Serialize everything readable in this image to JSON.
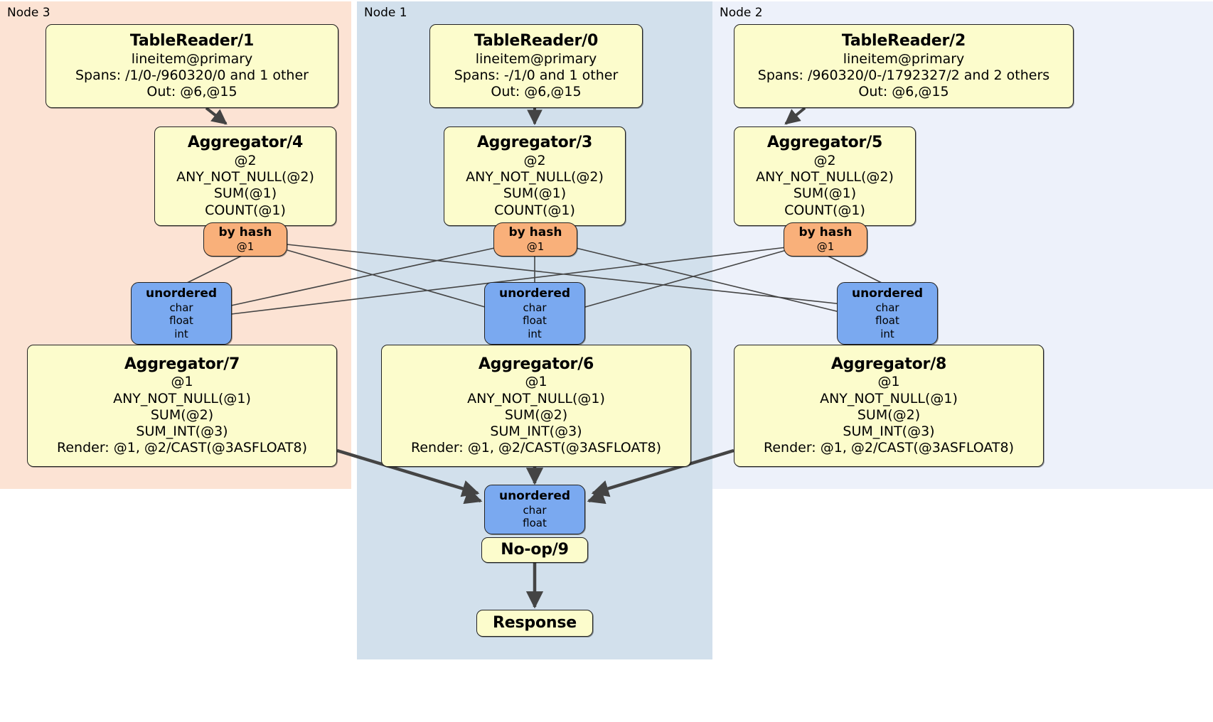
{
  "clusters": [
    {
      "id": "node3",
      "label": "Node 3"
    },
    {
      "id": "node1",
      "label": "Node 1"
    },
    {
      "id": "node2",
      "label": "Node 2"
    }
  ],
  "table_readers": [
    {
      "title": "TableReader/1",
      "table": "lineitem@primary",
      "spans": "Spans: /1/0-/960320/0 and 1 other",
      "out": "Out: @6,@15"
    },
    {
      "title": "TableReader/0",
      "table": "lineitem@primary",
      "spans": "Spans: -/1/0 and 1 other",
      "out": "Out: @6,@15"
    },
    {
      "title": "TableReader/2",
      "table": "lineitem@primary",
      "spans": "Spans: /960320/0-/1792327/2 and 2 others",
      "out": "Out: @6,@15"
    }
  ],
  "local_aggregators": [
    {
      "title": "Aggregator/4",
      "group": "@2",
      "aggs": [
        "ANY_NOT_NULL(@2)",
        "SUM(@1)",
        "COUNT(@1)"
      ]
    },
    {
      "title": "Aggregator/3",
      "group": "@2",
      "aggs": [
        "ANY_NOT_NULL(@2)",
        "SUM(@1)",
        "COUNT(@1)"
      ]
    },
    {
      "title": "Aggregator/5",
      "group": "@2",
      "aggs": [
        "ANY_NOT_NULL(@2)",
        "SUM(@1)",
        "COUNT(@1)"
      ]
    }
  ],
  "hash_routers": [
    {
      "title": "by hash",
      "column": "@1"
    },
    {
      "title": "by hash",
      "column": "@1"
    },
    {
      "title": "by hash",
      "column": "@1"
    }
  ],
  "receivers_mid": [
    {
      "title": "unordered",
      "types": [
        "char",
        "float",
        "int"
      ]
    },
    {
      "title": "unordered",
      "types": [
        "char",
        "float",
        "int"
      ]
    },
    {
      "title": "unordered",
      "types": [
        "char",
        "float",
        "int"
      ]
    }
  ],
  "final_aggregators": [
    {
      "title": "Aggregator/7",
      "group": "@1",
      "aggs": [
        "ANY_NOT_NULL(@1)",
        "SUM(@2)",
        "SUM_INT(@3)"
      ],
      "render": "Render: @1, @2/CAST(@3ASFLOAT8)"
    },
    {
      "title": "Aggregator/6",
      "group": "@1",
      "aggs": [
        "ANY_NOT_NULL(@1)",
        "SUM(@2)",
        "SUM_INT(@3)"
      ],
      "render": "Render: @1, @2/CAST(@3ASFLOAT8)"
    },
    {
      "title": "Aggregator/8",
      "group": "@1",
      "aggs": [
        "ANY_NOT_NULL(@1)",
        "SUM(@2)",
        "SUM_INT(@3)"
      ],
      "render": "Render: @1, @2/CAST(@3ASFLOAT8)"
    }
  ],
  "final_receiver": {
    "title": "unordered",
    "types": [
      "char",
      "float"
    ]
  },
  "noop": {
    "title": "No-op/9"
  },
  "response": {
    "title": "Response"
  },
  "colors": {
    "node3_panel": "#fce3d4",
    "node1_panel": "#d2e0ec",
    "node2_panel": "#edf1fa",
    "processor_box": "#fcfccc",
    "router_box": "#f9b07a",
    "receiver_box": "#7aa9f0",
    "edge": "#444444",
    "border": "#222222"
  }
}
